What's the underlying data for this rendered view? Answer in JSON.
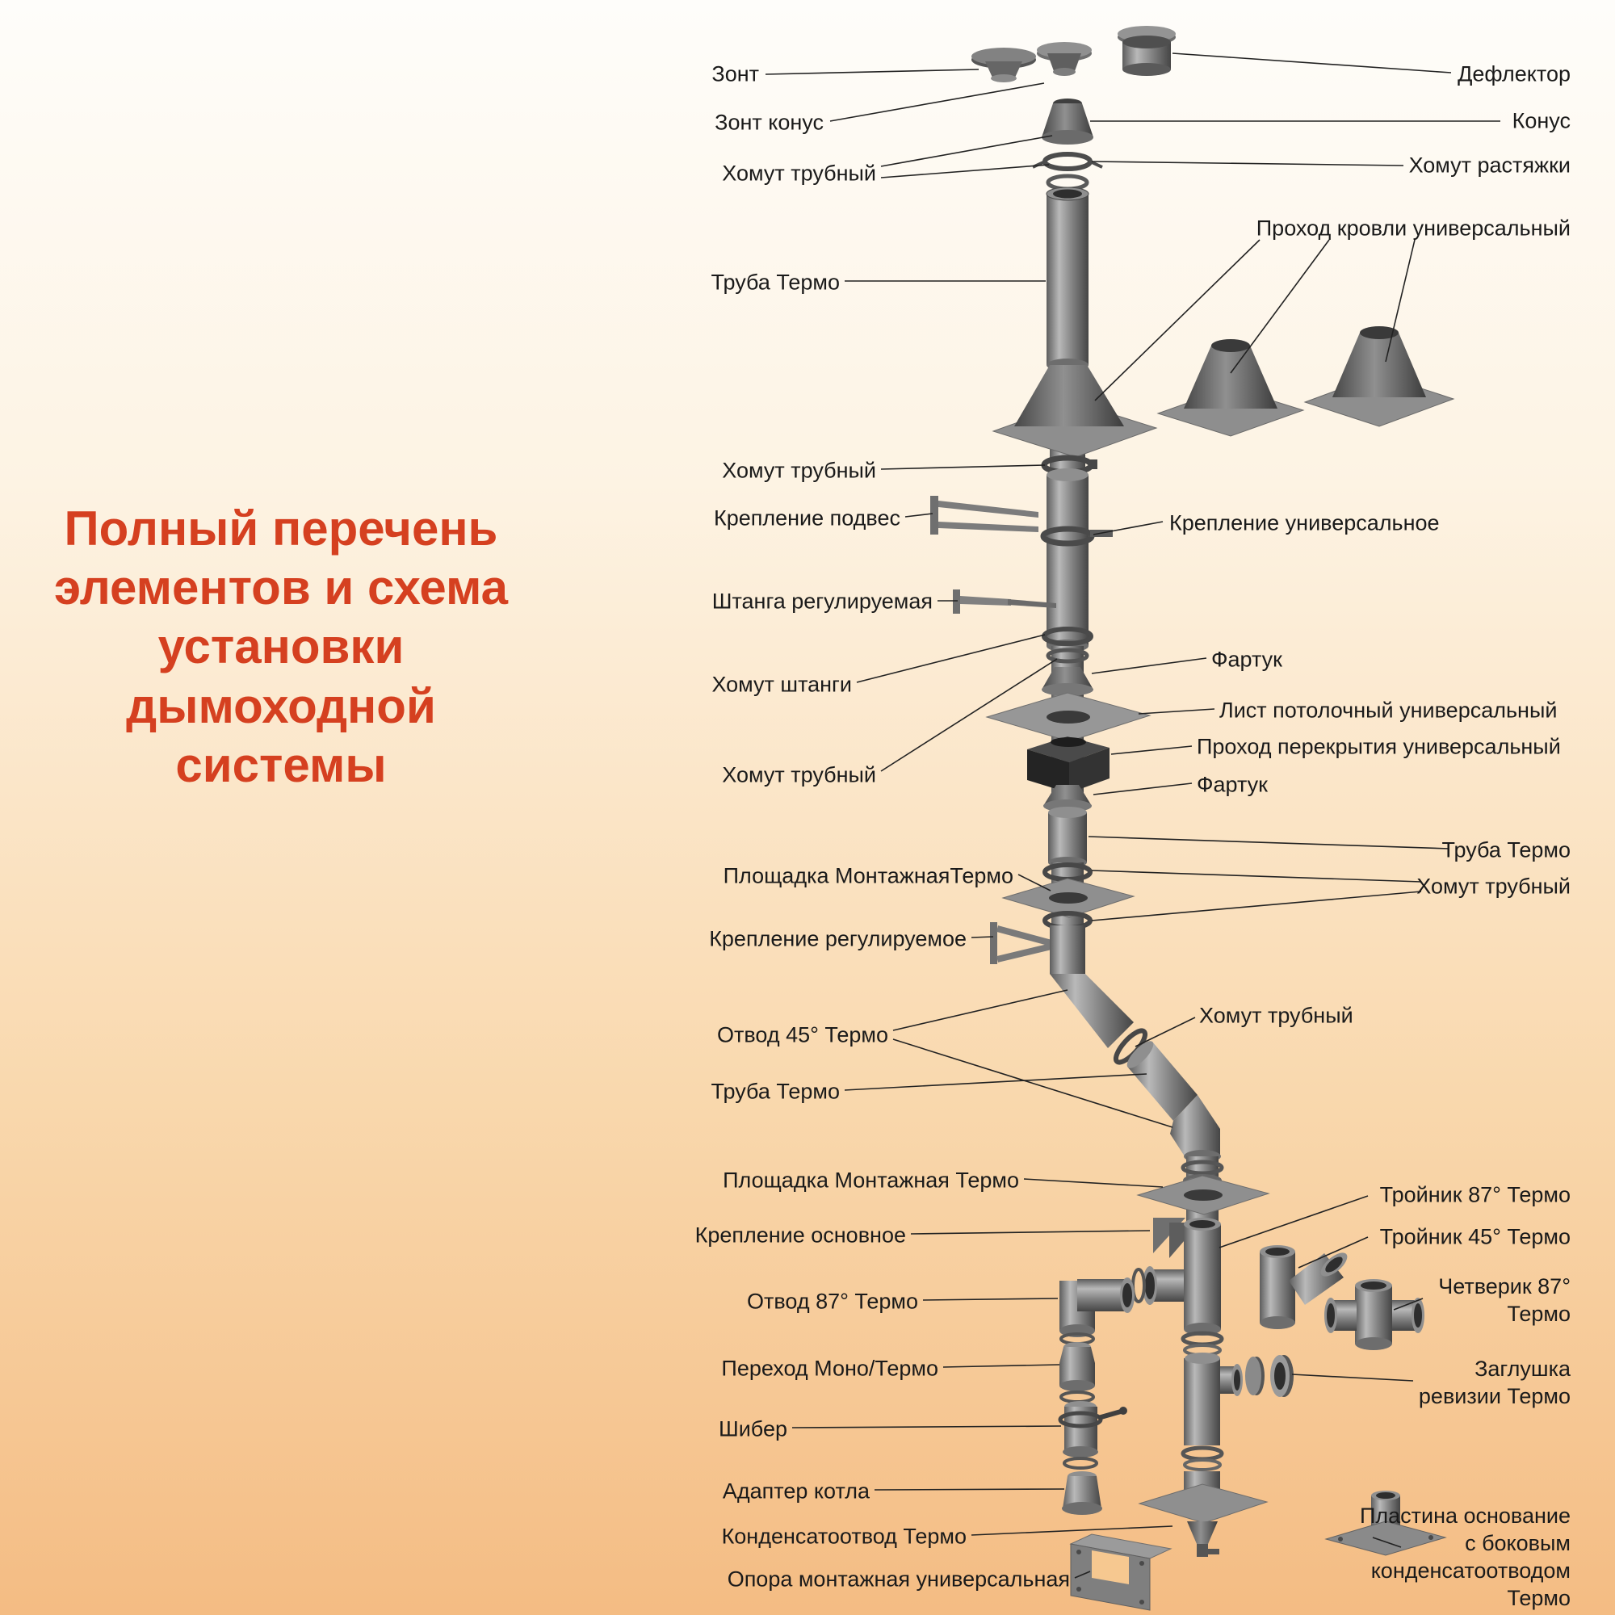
{
  "poster": {
    "title": "Полный перечень\nэлементов и схема\nустановки\nдымоходной\nсистемы",
    "colors": {
      "title_red": "#d54020",
      "background_top": "#fefdfa",
      "background_bottom": "#f4bc83",
      "metal_dark": "#454545",
      "metal_light": "#b9b9b9",
      "label_text": "#1a1a1a"
    }
  },
  "labels": {
    "left": [
      {
        "id": "zont",
        "text": "Зонт"
      },
      {
        "id": "zont-konus",
        "text": "Зонт конус"
      },
      {
        "id": "khomut-trubnyy-1",
        "text": "Хомут трубный"
      },
      {
        "id": "truba-termo-1",
        "text": "Труба Термо"
      },
      {
        "id": "khomut-trubnyy-2",
        "text": "Хомут трубный"
      },
      {
        "id": "kreplenie-podves",
        "text": "Крепление подвес"
      },
      {
        "id": "shtanga-reguliruemaya",
        "text": "Штанга регулируемая"
      },
      {
        "id": "khomut-shtangi",
        "text": "Хомут штанги"
      },
      {
        "id": "khomut-trubnyy-3",
        "text": "Хомут трубный"
      },
      {
        "id": "ploshchadka-montazhnaya-termo-1",
        "text": "Площадка МонтажнаяТермо"
      },
      {
        "id": "kreplenie-reguliruemoe",
        "text": "Крепление регулируемое"
      },
      {
        "id": "otvod-45-termo",
        "text": "Отвод 45° Термо"
      },
      {
        "id": "truba-termo-2",
        "text": "Труба Термо"
      },
      {
        "id": "ploshchadka-montazhnaya-termo-2",
        "text": "Площадка Монтажная Термо"
      },
      {
        "id": "kreplenie-osnovnoe",
        "text": "Крепление основное"
      },
      {
        "id": "otvod-87-termo",
        "text": "Отвод 87° Термо"
      },
      {
        "id": "perekhod-mono-termo",
        "text": "Переход Моно/Термо"
      },
      {
        "id": "shiber",
        "text": "Шибер"
      },
      {
        "id": "adapter-kotla",
        "text": "Адаптер котла"
      },
      {
        "id": "kondensatootvod-termo",
        "text": "Конденсатоотвод Термо"
      },
      {
        "id": "opora-montazhnaya-universalnaya",
        "text": "Опора монтажная универсальная"
      }
    ],
    "right": [
      {
        "id": "deflektor",
        "text": "Дефлектор"
      },
      {
        "id": "konus",
        "text": "Конус"
      },
      {
        "id": "khomut-rastyazhki",
        "text": "Хомут растяжки"
      },
      {
        "id": "prokhod-krovli-universalnyy",
        "text": "Проход кровли универсальный"
      },
      {
        "id": "kreplenie-universalnoe",
        "text": "Крепление универсальное"
      },
      {
        "id": "fartuk-1",
        "text": "Фартук"
      },
      {
        "id": "list-potolochnyy-universalnyy",
        "text": "Лист потолочный универсальный"
      },
      {
        "id": "prokhod-perekrytiya-universalnyy",
        "text": "Проход перекрытия универсальный"
      },
      {
        "id": "fartuk-2",
        "text": "Фартук"
      },
      {
        "id": "truba-termo",
        "text": "Труба Термо"
      },
      {
        "id": "khomut-trubnyy-r1",
        "text": "Хомут трубный"
      },
      {
        "id": "khomut-trubnyy-r2",
        "text": "Хомут трубный"
      },
      {
        "id": "troynik-87-termo",
        "text": "Тройник 87° Термо"
      },
      {
        "id": "troynik-45-termo",
        "text": "Тройник 45° Термо"
      },
      {
        "id": "chetverik-87-termo",
        "text": "Четверик 87°\nТермо"
      },
      {
        "id": "zaglushka-revizii-termo",
        "text": "Заглушка\nревизии Термо"
      },
      {
        "id": "plastina-osnovanie",
        "text": "Пластина основание\nс боковым\nконденсатоотводом\nТермо"
      }
    ]
  }
}
